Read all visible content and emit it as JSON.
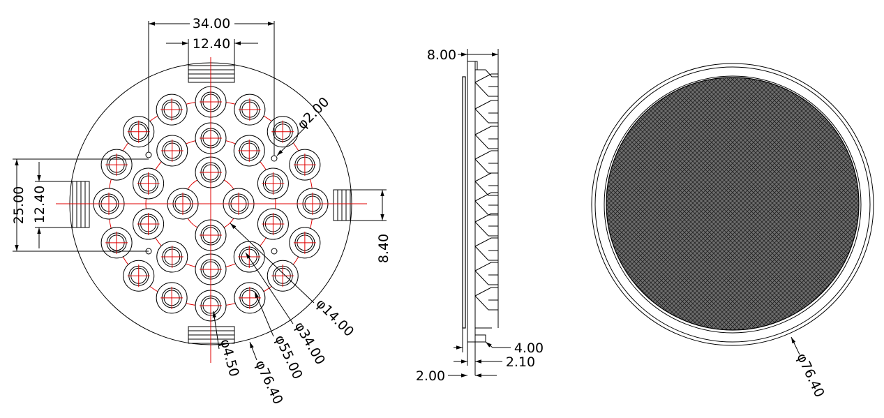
{
  "front_view": {
    "dim_width_outer": "34.00",
    "dim_width_inner": "12.40",
    "dim_hole": "φ2.00",
    "dim_height": "25.00",
    "dim_height_inner": "12.40",
    "dim_tab": "8.40",
    "dim_ring1": "φ14.00",
    "dim_ring2": "φ34.00",
    "dim_ring3": "φ55.00",
    "dim_lens": "φ4.50",
    "dim_outer": "φ76.40"
  },
  "side_view": {
    "dim_depth": "8.00",
    "dim_a": "4.00",
    "dim_b": "2.10",
    "dim_c": "2.00"
  },
  "back_view": {
    "dim_outer": "φ76.40"
  }
}
